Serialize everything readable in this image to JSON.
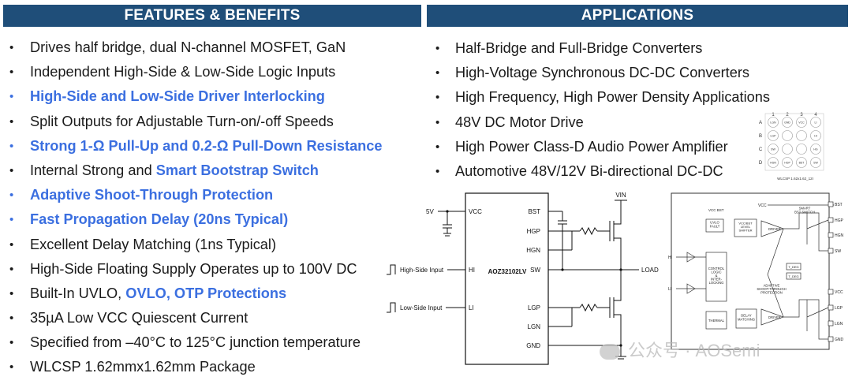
{
  "features_header": "FEATURES & BENEFITS",
  "applications_header": "APPLICATIONS",
  "features": [
    {
      "parts": [
        {
          "t": "Drives half bridge, dual N-channel MOSFET, GaN",
          "hl": false
        }
      ],
      "bullet_blue": false
    },
    {
      "parts": [
        {
          "t": "Independent High-Side & Low-Side Logic Inputs",
          "hl": false
        }
      ],
      "bullet_blue": false
    },
    {
      "parts": [
        {
          "t": "High-Side and Low-Side Driver Interlocking",
          "hl": true
        }
      ],
      "bullet_blue": true
    },
    {
      "parts": [
        {
          "t": "Split Outputs for Adjustable Turn-on/-off Speeds",
          "hl": false
        }
      ],
      "bullet_blue": false
    },
    {
      "parts": [
        {
          "t": "Strong 1-Ω Pull-Up and 0.2-Ω Pull-Down Resistance",
          "hl": true
        }
      ],
      "bullet_blue": true
    },
    {
      "parts": [
        {
          "t": "Internal Strong and ",
          "hl": false
        },
        {
          "t": "Smart Bootstrap Switch",
          "hl": true
        }
      ],
      "bullet_blue": false
    },
    {
      "parts": [
        {
          "t": "Adaptive Shoot-Through Protection",
          "hl": true
        }
      ],
      "bullet_blue": true
    },
    {
      "parts": [
        {
          "t": "Fast Propagation Delay (20ns Typical)",
          "hl": true
        }
      ],
      "bullet_blue": true
    },
    {
      "parts": [
        {
          "t": "Excellent Delay Matching (1ns Typical)",
          "hl": false
        }
      ],
      "bullet_blue": false
    },
    {
      "parts": [
        {
          "t": "High-Side Floating Supply Operates up to 100V DC",
          "hl": false
        }
      ],
      "bullet_blue": false
    },
    {
      "parts": [
        {
          "t": "Built-In UVLO, ",
          "hl": false
        },
        {
          "t": "OVLO, OTP Protections",
          "hl": true
        }
      ],
      "bullet_blue": false
    },
    {
      "parts": [
        {
          "t": "35µA Low VCC Quiescent Current",
          "hl": false
        }
      ],
      "bullet_blue": false
    },
    {
      "parts": [
        {
          "t": "Specified from –40°C to 125°C junction temperature",
          "hl": false
        }
      ],
      "bullet_blue": false
    },
    {
      "parts": [
        {
          "t": "WLCSP 1.62mmx1.62mm Package",
          "hl": false
        }
      ],
      "bullet_blue": false
    }
  ],
  "applications": [
    "Half-Bridge and Full-Bridge Converters",
    "High-Voltage Synchronous DC-DC Converters",
    "High Frequency, High Power Density Applications",
    "48V DC Motor Drive",
    "High Power Class-D Audio Power Amplifier",
    "Automotive 48V/12V Bi-directional DC-DC"
  ],
  "bullet_char": "•",
  "package": {
    "cols": [
      "1",
      "2",
      "3",
      "4"
    ],
    "rows": [
      "A",
      "B",
      "C",
      "D"
    ],
    "caption": "WLCSP 1.62x1.62_12I",
    "balls": [
      [
        "LGN",
        "GND",
        "VCC",
        "LI"
      ],
      [
        "LGP",
        "",
        "",
        "HI"
      ],
      [
        "SW",
        "",
        "",
        "HG"
      ],
      [
        "HGN",
        "HGP",
        "BST",
        "SW"
      ]
    ]
  },
  "circuit": {
    "chip_name": "AOZ32102LV",
    "left_pins": [
      "VCC",
      "HI",
      "LI"
    ],
    "right_pins": [
      "BST",
      "HGP",
      "HGN",
      "SW",
      "LGP",
      "LGN",
      "GND"
    ],
    "supply_label": "5V",
    "vin_label": "VIN",
    "load_label": "LOAD",
    "hs_input_label": "High-Side Input",
    "ls_input_label": "Low-Side Input"
  },
  "block_diagram": {
    "vcc": "VCC",
    "bst": "BST",
    "smart_switch": "SMART\nBST SWITCH",
    "uvlo": "UVLO\nFAULT",
    "level_shifter": "VCC/BST\nLEVEL\nSHIFTER",
    "control": "CONTROL\nLOGIC\n&\nINTER-\nLOCKING",
    "driver": "DRIVER",
    "tdeg1": "T_DEG",
    "tdeg2": "T_DEG",
    "adaptive": "ADAPTIVE\nSHOOT-THROUGH\nPROTECTION",
    "thermal": "THERMAL",
    "delay": "DELAY\nMATCHING",
    "hi": "HI",
    "li": "LI",
    "right_pins": [
      "BST",
      "HGP",
      "HGN",
      "SW",
      "VCC",
      "LGP",
      "LGN",
      "GND"
    ]
  },
  "watermark": "公众号 · AOSemi"
}
